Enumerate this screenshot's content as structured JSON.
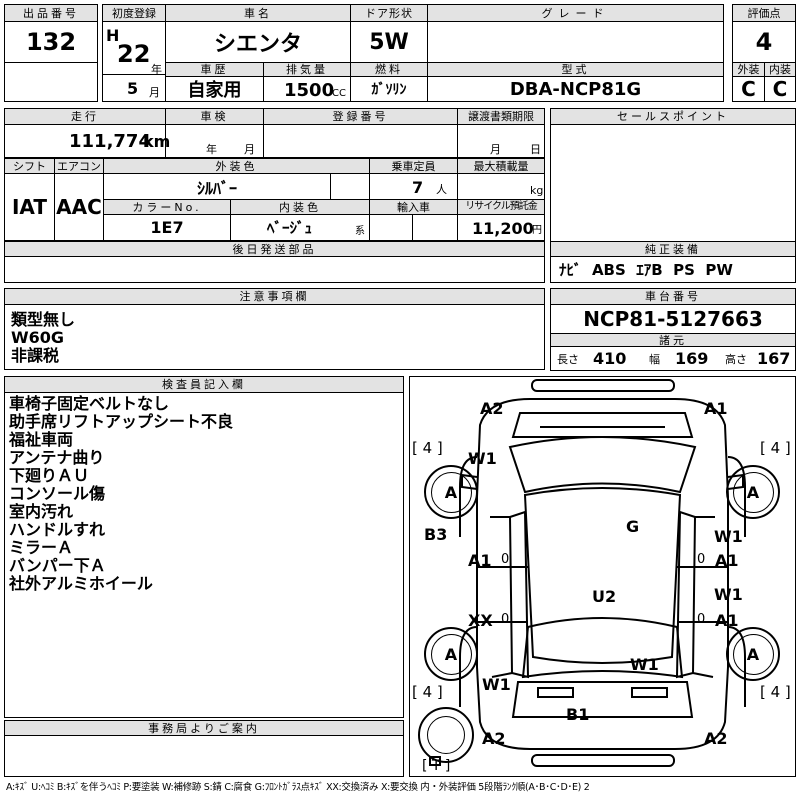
{
  "header": {
    "lot_no_label": "出品番号",
    "lot_no": "132",
    "first_reg_label": "初度登録",
    "era": "H",
    "year": "22",
    "year_unit": "年",
    "month": "5",
    "month_unit": "月",
    "car_name_label": "車名",
    "car_name": "シエンタ",
    "door_label": "ドア形状",
    "door": "5W",
    "grade_label": "グレード",
    "grade": "",
    "score_label": "評価点",
    "score": "4",
    "history_label": "車歴",
    "history": "自家用",
    "displacement_label": "排気量",
    "displacement": "1500",
    "displacement_unit": "CC",
    "fuel_label": "燃料",
    "fuel": "ｶﾞｿﾘﾝ",
    "model_label": "型式",
    "model": "DBA-NCP81G",
    "ext_label": "外装",
    "ext_score": "C",
    "int_label": "内装",
    "int_score": "C"
  },
  "row2": {
    "mileage_label": "走行",
    "mileage": "111,774",
    "mileage_unit": "km",
    "inspection_label": "車検",
    "inspection_year_unit": "年",
    "inspection_month_unit": "月",
    "regno_label": "登録番号",
    "regno": "",
    "transfer_label": "譲渡書類期限",
    "transfer_month_unit": "月",
    "transfer_day_unit": "日",
    "sales_label": "セールスポイント",
    "sales": ""
  },
  "row3": {
    "shift_label": "シフト",
    "shift": "IAT",
    "ac_label": "エアコン",
    "ac": "AAC",
    "ext_color_label": "外装色",
    "ext_color": "ｼﾙﾊﾞｰ",
    "capacity_label": "乗車定員",
    "capacity": "7",
    "capacity_unit": "人",
    "maxload_label": "最大積載量",
    "maxload_unit": "kg",
    "colorno_label": "カラーNo.",
    "colorno": "1E7",
    "int_color_label": "内装色",
    "int_color": "ﾍﾞｰｼﾞｭ",
    "int_color_unit": "系",
    "import_label": "輸入車",
    "recycle_label": "リサイクル預託金",
    "recycle": "11,200",
    "recycle_unit": "円",
    "later_label": "後日発送部品",
    "later": "",
    "equip_label": "純正装備",
    "equip": "ﾅﾋﾞ  ABS  ｴｱB  PS  PW"
  },
  "notes": {
    "label": "注意事項欄",
    "lines": [
      "類型無し",
      "W60G",
      "非課税"
    ]
  },
  "chassis": {
    "label": "車台番号",
    "number": "NCP81-5127663",
    "spec_label": "諸元",
    "length_label": "長さ",
    "length": "410",
    "width_label": "幅",
    "width": "169",
    "height_label": "高さ",
    "height": "167"
  },
  "inspector": {
    "label": "検査員記入欄",
    "lines": [
      "車椅子固定ベルトなし",
      "助手席リフトアップシート不良",
      "福祉車両",
      "アンテナ曲り",
      "下廻りＡＵ",
      "コンソール傷",
      "室内汚れ",
      "ハンドルすれ",
      "ミラーＡ",
      "バンパー下Ａ",
      "社外アルミホイール"
    ]
  },
  "office": {
    "label": "事務局よりご案内",
    "text": ""
  },
  "diagram": {
    "marks": {
      "a2_tl": "A2",
      "a1_tr": "A1",
      "tread_fl": "[ 4 ]",
      "tread_fr": "[ 4 ]",
      "w1_fl": "W1",
      "wheel_fl": "A",
      "wheel_fr": "A",
      "b3": "B3",
      "g": "G",
      "w1_r1": "W1",
      "a1_r1": "A1",
      "a1_l1": "A1",
      "zero_l1": "0",
      "zero_r1": "0",
      "u2": "U2",
      "w1_r2": "W1",
      "a1_r2": "A1",
      "xx": "XX",
      "zero_l2": "0",
      "zero_r2": "0",
      "wheel_rl": "A",
      "wheel_rr": "A",
      "w1_rc": "W1",
      "w1_rl": "W1",
      "tread_rl": "[ 4 ]",
      "tread_rr": "[ 4 ]",
      "b1": "B1",
      "a2_bl": "A2",
      "a2_br": "A2",
      "spare": "[ T ]"
    }
  },
  "legend": "A:ｷｽﾞ  U:ﾍｺﾐ  B:ｷｽﾞを伴うﾍｺﾐ  P:要塗装  W:補修跡  S:錆  C:腐食  G:ﾌﾛﾝﾄｶﾞﾗｽ点ｷｽﾞ  XX:交換済み  X:要交換   内・外装評価  5段階ﾗﾝｸ順(A･B･C･D･E)  2"
}
